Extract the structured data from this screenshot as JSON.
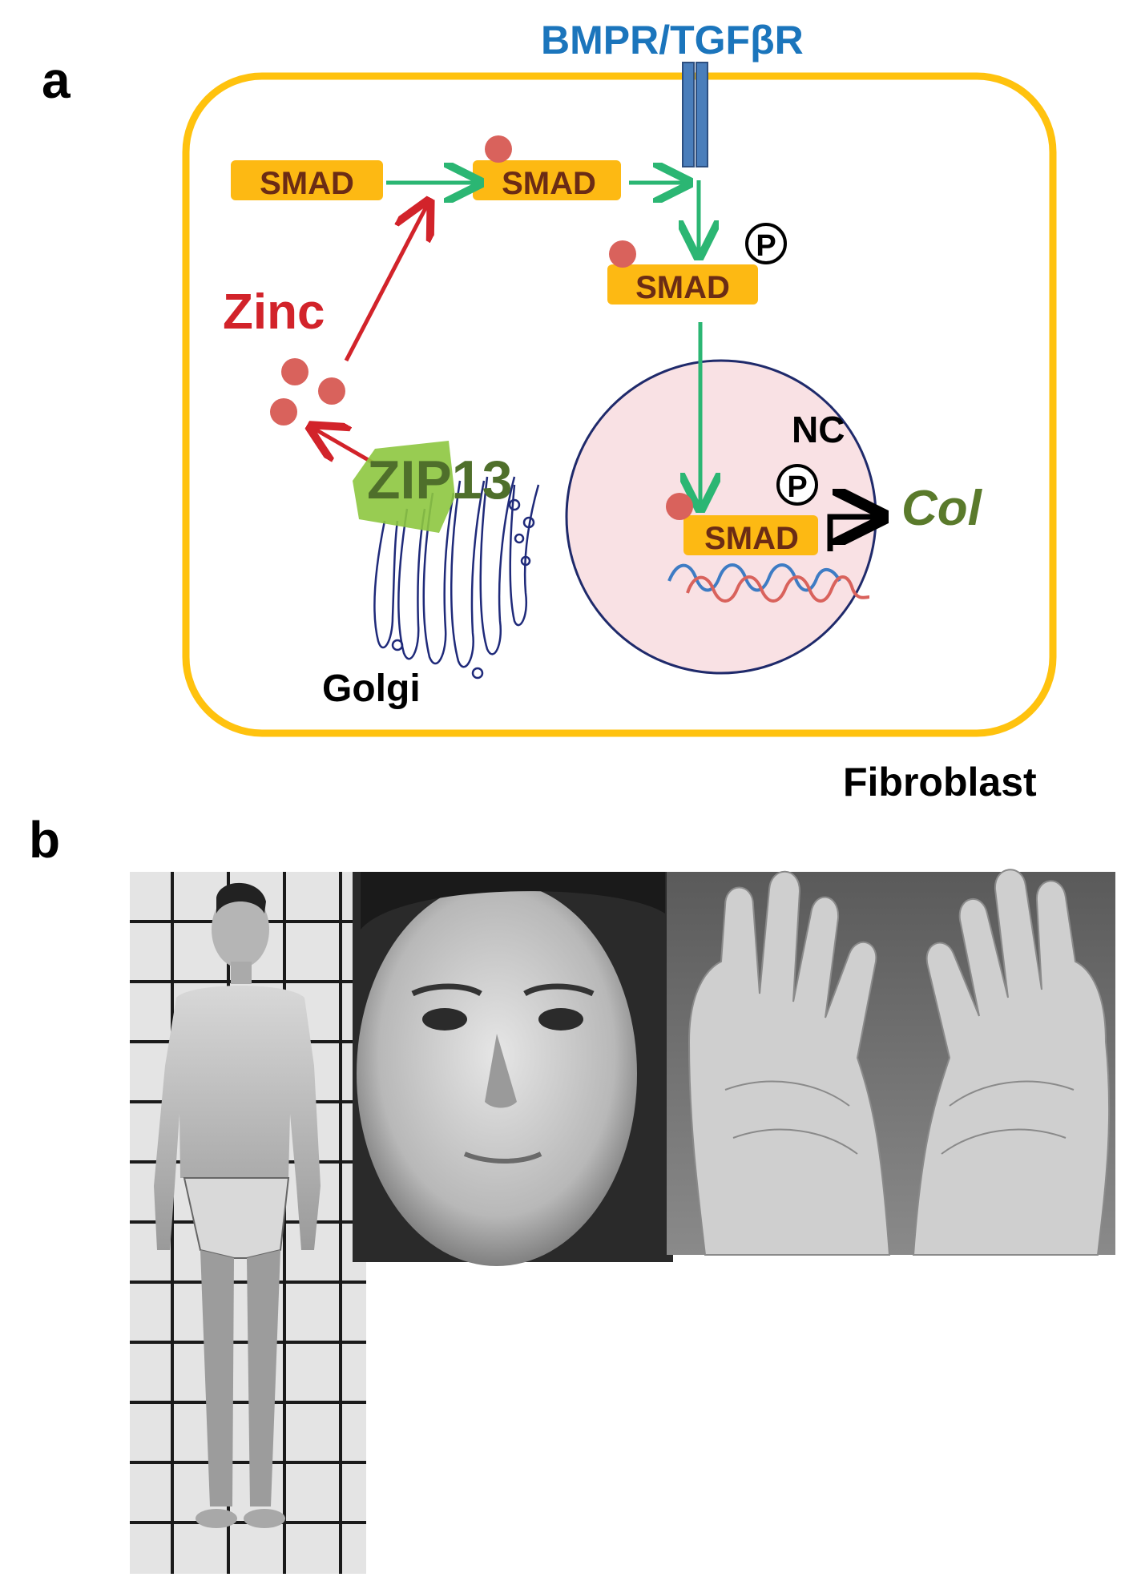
{
  "panels": {
    "a": {
      "label": "a"
    },
    "b": {
      "label": "b"
    }
  },
  "diagram": {
    "receptor_label": "BMPR/TGFβR",
    "smad_label": "SMAD",
    "phospho_label": "P",
    "zinc_label": "Zinc",
    "zip13_label": "ZIP13",
    "golgi_label": "Golgi",
    "nucleus_label": "NC",
    "col_label": "Col",
    "cell_label": "Fibroblast"
  },
  "colors": {
    "cell_border": "#FFC20E",
    "smad_box": "#FDB913",
    "smad_text": "#6B2C15",
    "receptor": "#4A7EBB",
    "receptor_text": "#1B75BC",
    "green_arrow": "#2BB673",
    "red_arrow": "#D2232A",
    "zinc_dot": "#D9625C",
    "zip13_fill": "#8DC63F",
    "zip13_text": "#4F6F2B",
    "golgi": "#1F2A7A",
    "nucleus_fill": "#F9E1E4",
    "nucleus_border": "#1F2A6B",
    "col_text": "#5A7A2B",
    "dna_blue": "#3E7CC4",
    "dna_red": "#D9625C"
  },
  "photos": [
    {
      "name": "full-body-photo"
    },
    {
      "name": "face-photo"
    },
    {
      "name": "hands-photo"
    }
  ]
}
